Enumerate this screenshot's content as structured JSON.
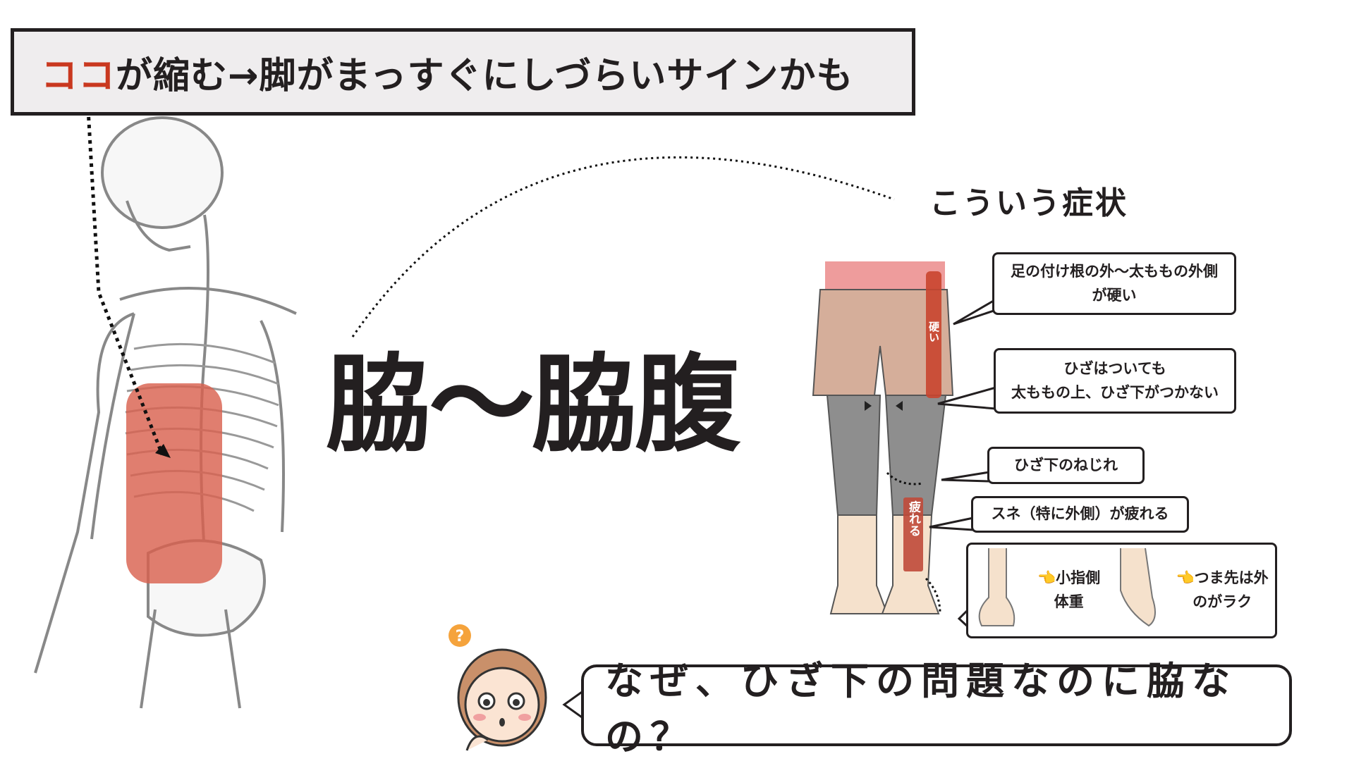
{
  "header": {
    "highlight": "ココ",
    "text": "が縮む→脚がまっすぐにしづらいサインかも"
  },
  "main_label": "脇〜脇腹",
  "symptoms_title": "こういう症状",
  "leg_labels": {
    "stiff": "硬い",
    "tired": "疲れる"
  },
  "callouts": [
    {
      "line1": "足の付け根の外〜太ももの外側",
      "line2": "が硬い"
    },
    {
      "line1": "ひざはついても",
      "line2": "太ももの上、ひざ下がつかない"
    },
    {
      "line1": "ひざ下のねじれ"
    },
    {
      "line1": "スネ（特に外側）が疲れる"
    }
  ],
  "feet_box": {
    "left_line1": "👈小指側",
    "left_line2": "体重",
    "right_line1": "👈つま先は外",
    "right_line2": "のがラク"
  },
  "question": "なぜ、ひざ下の問題なのに脇なの？",
  "colors": {
    "accent_red": "#c9381f",
    "highlight_box": "#d9614f",
    "frame": "#231f20",
    "box_bg": "#efedee"
  }
}
